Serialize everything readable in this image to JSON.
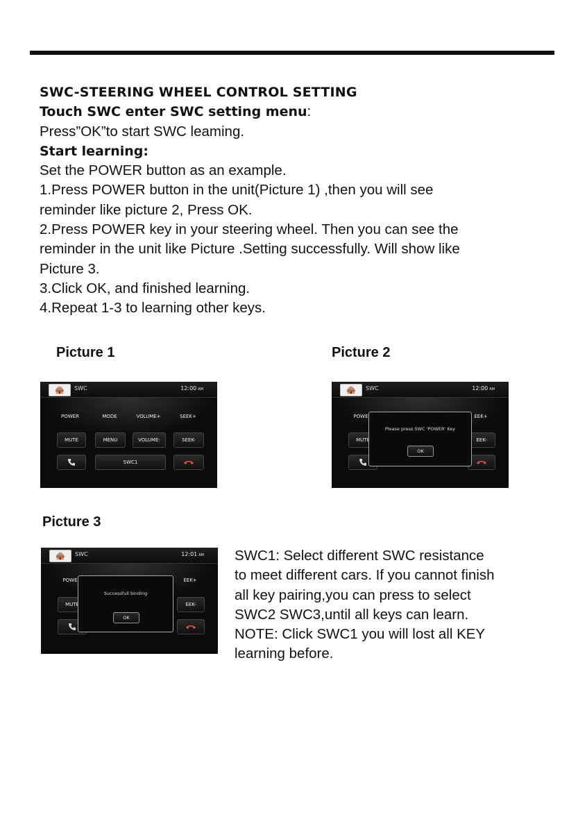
{
  "heading": "SWC-STEERING WHEEL CONTROL SETTING",
  "touch_line": {
    "bold": "Touch SWC enter SWC setting menu",
    "colon": ":"
  },
  "press_ok_line": "Press”OK”to start SWC leaming.",
  "start_learning": "Start learning:",
  "body_lines": [
    "Set the POWER button as an example.",
    "1.Press POWER button in the unit(Picture 1) ,then you will see",
    "reminder like picture 2, Press OK.",
    "2.Press POWER key in your steering wheel. Then you can see the",
    "reminder in the unit like Picture .Setting successfully. Will show like",
    "Picture 3.",
    "3.Click OK, and finished learning.",
    "4.Repeat 1-3 to learning other keys."
  ],
  "captions": {
    "picture1": "Picture 1",
    "picture2": "Picture 2",
    "picture3": "Picture 3"
  },
  "note_lines": [
    "SWC1: Select different SWC resistance",
    "to meet different cars. If you cannot finish",
    "all key pairing,you can press to select",
    "SWC2 SWC3,until all keys can learn.",
    "NOTE: Click SWC1 you will lost all KEY",
    "learning before."
  ],
  "screen1": {
    "title": "SWC",
    "time": "12:00",
    "ampm": "AM",
    "row1": [
      "POWER",
      "MODE",
      "VOLUME+",
      "SEEK+"
    ],
    "row2": [
      "MUTE",
      "MENU",
      "VOLUME-",
      "SEEK-"
    ],
    "swc": "SWC1"
  },
  "screen2": {
    "title": "SWC",
    "time": "12:00",
    "ampm": "AM",
    "left1": "POWE",
    "left2": "MUTE",
    "right1": "EEK+",
    "right2": "EEK-",
    "message": "Please press SWC 'POWER' Key",
    "ok": "OK"
  },
  "screen3": {
    "title": "SWC",
    "time": "12:01",
    "ampm": "AM",
    "left1": "POWE",
    "left2": "MUTE",
    "right1": "EEK+",
    "right2": "EEK-",
    "message": "Successfull binding",
    "ok": "OK"
  },
  "icons": {
    "home": "home-icon",
    "call": "phone-call-icon",
    "hangup": "phone-hangup-icon"
  }
}
